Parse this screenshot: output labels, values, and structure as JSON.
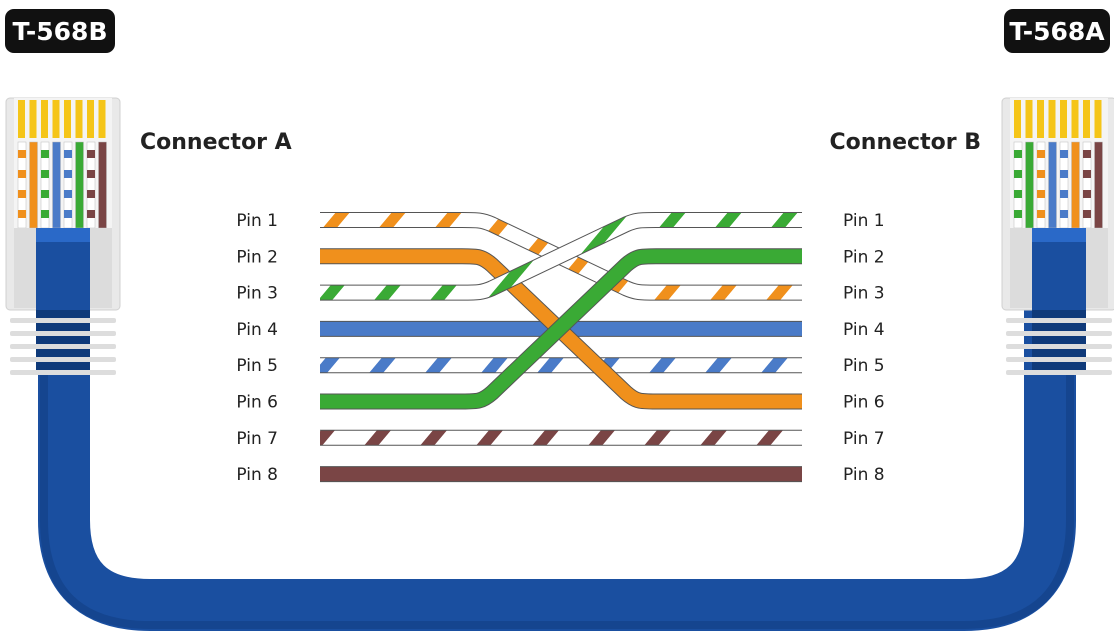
{
  "standards": {
    "left": "T-568B",
    "right": "T-568A"
  },
  "connectors": {
    "left": "Connector A",
    "right": "Connector B"
  },
  "colors": {
    "orange": "#f0901c",
    "green": "#3aaa35",
    "blue": "#4a7bc8",
    "brown": "#7a4545",
    "cable_blue": "#1a4fa0",
    "cable_blue_dark": "#0f3a7a",
    "pin_gold": "#f5c518",
    "badge": "#111111"
  },
  "pins_left": [
    "Pin 1",
    "Pin 2",
    "Pin 3",
    "Pin 4",
    "Pin 5",
    "Pin 6",
    "Pin 7",
    "Pin 8"
  ],
  "pins_right": [
    "Pin 1",
    "Pin 2",
    "Pin 3",
    "Pin 4",
    "Pin 5",
    "Pin 6",
    "Pin 7",
    "Pin 8"
  ],
  "wires": [
    {
      "name": "white-orange",
      "color": "orange",
      "striped": true,
      "from_pin": 1,
      "to_pin": 3
    },
    {
      "name": "orange",
      "color": "orange",
      "striped": false,
      "from_pin": 2,
      "to_pin": 6
    },
    {
      "name": "white-green",
      "color": "green",
      "striped": true,
      "from_pin": 3,
      "to_pin": 1
    },
    {
      "name": "blue",
      "color": "blue",
      "striped": false,
      "from_pin": 4,
      "to_pin": 4
    },
    {
      "name": "white-blue",
      "color": "blue",
      "striped": true,
      "from_pin": 5,
      "to_pin": 5
    },
    {
      "name": "green",
      "color": "green",
      "striped": false,
      "from_pin": 6,
      "to_pin": 2
    },
    {
      "name": "white-brown",
      "color": "brown",
      "striped": true,
      "from_pin": 7,
      "to_pin": 7
    },
    {
      "name": "brown",
      "color": "brown",
      "striped": false,
      "from_pin": 8,
      "to_pin": 8
    }
  ],
  "plug_left_wires": [
    "white-orange",
    "orange",
    "white-green",
    "blue",
    "white-blue",
    "green",
    "white-brown",
    "brown"
  ],
  "plug_right_wires": [
    "white-green",
    "green",
    "white-orange",
    "blue",
    "white-blue",
    "orange",
    "white-brown",
    "brown"
  ]
}
